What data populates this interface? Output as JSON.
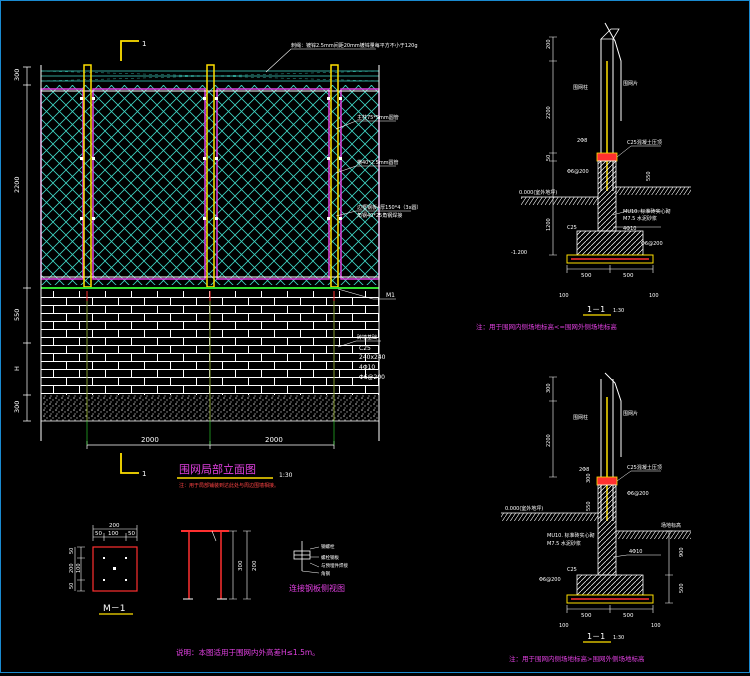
{
  "elevation": {
    "dims_left": [
      "300",
      "2200",
      "550",
      "H",
      "300"
    ],
    "dims_bottom": [
      "2000",
      "2000"
    ],
    "callouts": [
      "刺绳：镀锌2.5mm间距20mm镀锌量每平方不小于120g",
      "主柱75*5mm圆管",
      "横40*2.5mm圆管",
      "边框钢板4厚150*4（3x圆）",
      "角钢40*25角钢焊接",
      "M1"
    ],
    "wall_note": [
      "砖墙基础",
      "C25",
      "240x240",
      "4Φ10",
      "Φ6@200"
    ],
    "section_mark": "1",
    "title": "围网局部立面图",
    "scale": "1:30",
    "subnote": "注：用于局部铺装到达此处与周边围墙相接。"
  },
  "section_top": {
    "dims_left": [
      "200",
      "2200",
      "50",
      "550",
      "1200"
    ],
    "labels": [
      "围网柱",
      "围网片",
      "2Φ8",
      "C25混凝土压顶",
      "Φ6@200",
      "0.000(室外地坪)",
      "-1.200",
      "MU10. 标准砖实心砌",
      "M7.5 水泥砂浆",
      "4Φ10",
      "C25",
      "Φ6@200",
      "500",
      "500",
      "100",
      "100"
    ],
    "caption": "1－1",
    "scale": "1:30",
    "note": "注：用于围网内侧场地标高<=围网外侧场地标高"
  },
  "section_bottom": {
    "dims_left": [
      "300",
      "2200",
      "300",
      "550"
    ],
    "labels": [
      "围网柱",
      "围网片",
      "2Φ8",
      "C25混凝土压顶",
      "Φ6@200",
      "0.000(室外地坪)",
      "MU10. 标准砖实心砌",
      "M7.5 水泥砂浆",
      "4Φ10",
      "C25",
      "Φ6@200",
      "500",
      "500",
      "100",
      "100"
    ],
    "dims_right": [
      "900",
      "500"
    ],
    "right_label": "场地标高",
    "caption": "1－1",
    "scale": "1:30",
    "note": "注：用于围网内侧场地标高>围网外侧场地标高"
  },
  "m1": {
    "top_dims": [
      "200",
      "50",
      "100",
      "50"
    ],
    "side_dims": [
      "50",
      "100",
      "200",
      "50"
    ],
    "title": "M－1"
  },
  "post": {
    "dims": [
      "300",
      "200"
    ]
  },
  "steel": {
    "labels": [
      "钢螺栓",
      "螺栓钢板",
      "与预埋件焊接",
      "角钢"
    ],
    "title": "连接钢板侧视图"
  },
  "general_note": "说明：本图适用于围网内外高差H≤1.5m。"
}
